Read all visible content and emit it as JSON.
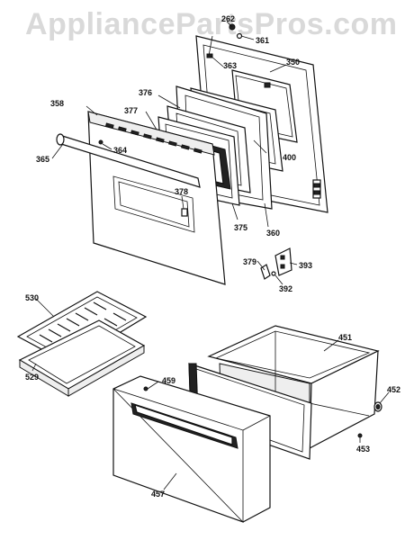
{
  "watermark": "AppliancePartsPros.com",
  "parts": {
    "p262": "262",
    "p361": "361",
    "p350": "350",
    "p363": "363",
    "p376": "376",
    "p358": "358",
    "p377": "377",
    "p400": "400",
    "p365": "365",
    "p364": "364",
    "p378": "378",
    "p375": "375",
    "p360": "360",
    "p379": "379",
    "p393": "393",
    "p392": "392",
    "p530": "530",
    "p451": "451",
    "p459": "459",
    "p452": "452",
    "p529": "529",
    "p453": "453",
    "p457": "457"
  }
}
